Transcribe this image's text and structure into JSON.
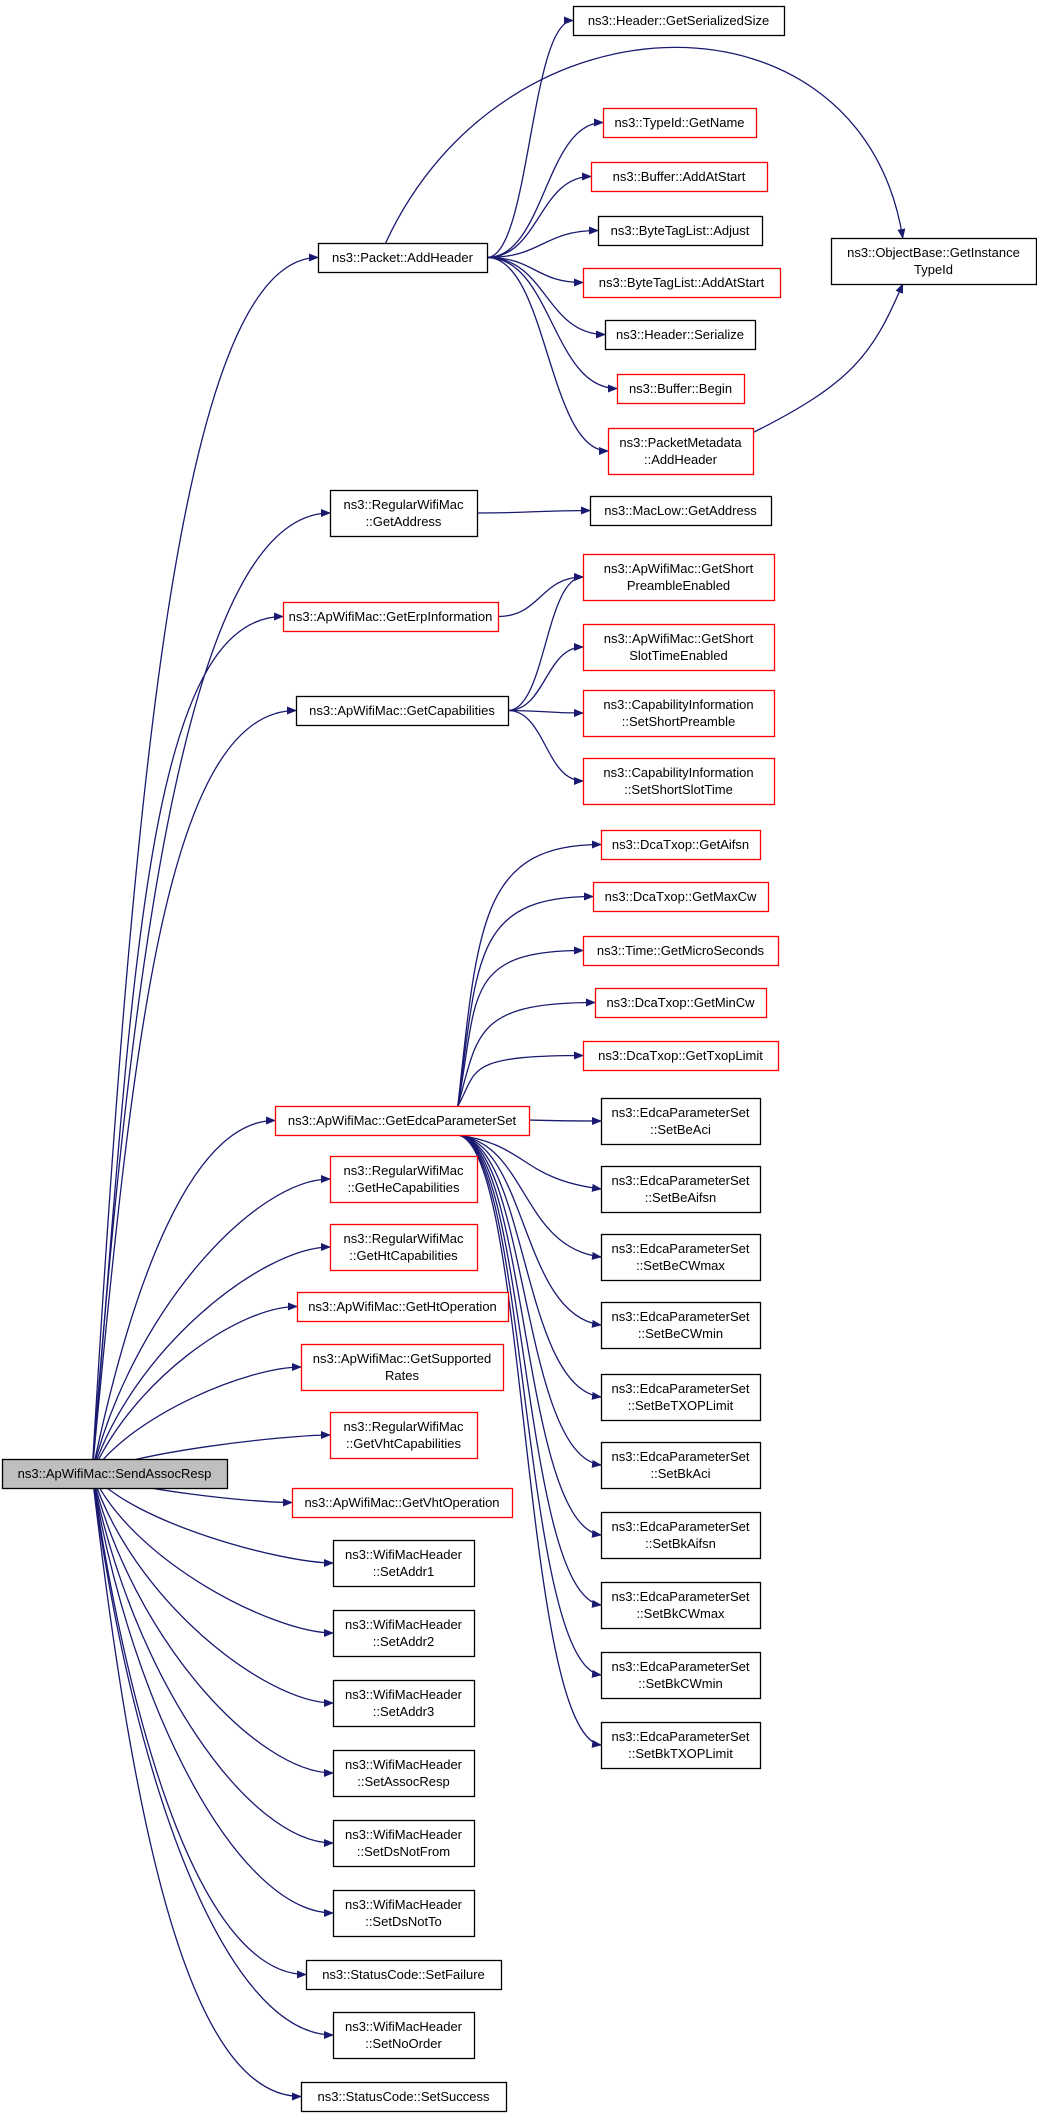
{
  "colors": {
    "edge": "#191970",
    "border_documented": "#000000",
    "border_undocumented": "#ff0000",
    "root_fill": "#bfbfbf",
    "node_fill": "#ffffff"
  },
  "root": {
    "id": "root",
    "lines": [
      "ns3::ApWifiMac::SendAssocResp"
    ]
  },
  "nodes": [
    {
      "id": "addHeader",
      "lines": [
        "ns3::Packet::AddHeader"
      ],
      "border": "black"
    },
    {
      "id": "getSerSize",
      "lines": [
        "ns3::Header::GetSerializedSize"
      ],
      "border": "black"
    },
    {
      "id": "typeIdName",
      "lines": [
        "ns3::TypeId::GetName"
      ],
      "border": "red"
    },
    {
      "id": "bufAddAtStart",
      "lines": [
        "ns3::Buffer::AddAtStart"
      ],
      "border": "red"
    },
    {
      "id": "btlAdjust",
      "lines": [
        "ns3::ByteTagList::Adjust"
      ],
      "border": "black"
    },
    {
      "id": "btlAddAtStart",
      "lines": [
        "ns3::ByteTagList::AddAtStart"
      ],
      "border": "red"
    },
    {
      "id": "hdrSerialize",
      "lines": [
        "ns3::Header::Serialize"
      ],
      "border": "black"
    },
    {
      "id": "bufBegin",
      "lines": [
        "ns3::Buffer::Begin"
      ],
      "border": "red"
    },
    {
      "id": "pmAddHeader",
      "lines": [
        "ns3::PacketMetadata",
        "::AddHeader"
      ],
      "border": "red"
    },
    {
      "id": "objBase",
      "lines": [
        "ns3::ObjectBase::GetInstance",
        "TypeId"
      ],
      "border": "black"
    },
    {
      "id": "rwmGetAddress",
      "lines": [
        "ns3::RegularWifiMac",
        "::GetAddress"
      ],
      "border": "black"
    },
    {
      "id": "macLowGetAddress",
      "lines": [
        "ns3::MacLow::GetAddress"
      ],
      "border": "black"
    },
    {
      "id": "getErp",
      "lines": [
        "ns3::ApWifiMac::GetErpInformation"
      ],
      "border": "red"
    },
    {
      "id": "shortPreamble",
      "lines": [
        "ns3::ApWifiMac::GetShort",
        "PreambleEnabled"
      ],
      "border": "red"
    },
    {
      "id": "shortSlot",
      "lines": [
        "ns3::ApWifiMac::GetShort",
        "SlotTimeEnabled"
      ],
      "border": "red"
    },
    {
      "id": "getCap",
      "lines": [
        "ns3::ApWifiMac::GetCapabilities"
      ],
      "border": "black"
    },
    {
      "id": "capPreamble",
      "lines": [
        "ns3::CapabilityInformation",
        "::SetShortPreamble"
      ],
      "border": "red"
    },
    {
      "id": "capSlot",
      "lines": [
        "ns3::CapabilityInformation",
        "::SetShortSlotTime"
      ],
      "border": "red"
    },
    {
      "id": "dcaAifsn",
      "lines": [
        "ns3::DcaTxop::GetAifsn"
      ],
      "border": "red"
    },
    {
      "id": "dcaMaxCw",
      "lines": [
        "ns3::DcaTxop::GetMaxCw"
      ],
      "border": "red"
    },
    {
      "id": "timeMicro",
      "lines": [
        "ns3::Time::GetMicroSeconds"
      ],
      "border": "red"
    },
    {
      "id": "dcaMinCw",
      "lines": [
        "ns3::DcaTxop::GetMinCw"
      ],
      "border": "red"
    },
    {
      "id": "dcaTxop",
      "lines": [
        "ns3::DcaTxop::GetTxopLimit"
      ],
      "border": "red"
    },
    {
      "id": "getEdca",
      "lines": [
        "ns3::ApWifiMac::GetEdcaParameterSet"
      ],
      "border": "red"
    },
    {
      "id": "beAci",
      "lines": [
        "ns3::EdcaParameterSet",
        "::SetBeAci"
      ],
      "border": "black"
    },
    {
      "id": "beAifsn",
      "lines": [
        "ns3::EdcaParameterSet",
        "::SetBeAifsn"
      ],
      "border": "black"
    },
    {
      "id": "beCWmax",
      "lines": [
        "ns3::EdcaParameterSet",
        "::SetBeCWmax"
      ],
      "border": "black"
    },
    {
      "id": "beCWmin",
      "lines": [
        "ns3::EdcaParameterSet",
        "::SetBeCWmin"
      ],
      "border": "black"
    },
    {
      "id": "beTxop",
      "lines": [
        "ns3::EdcaParameterSet",
        "::SetBeTXOPLimit"
      ],
      "border": "black"
    },
    {
      "id": "bkAci",
      "lines": [
        "ns3::EdcaParameterSet",
        "::SetBkAci"
      ],
      "border": "black"
    },
    {
      "id": "bkAifsn",
      "lines": [
        "ns3::EdcaParameterSet",
        "::SetBkAifsn"
      ],
      "border": "black"
    },
    {
      "id": "bkCWmax",
      "lines": [
        "ns3::EdcaParameterSet",
        "::SetBkCWmax"
      ],
      "border": "black"
    },
    {
      "id": "bkCWmin",
      "lines": [
        "ns3::EdcaParameterSet",
        "::SetBkCWmin"
      ],
      "border": "black"
    },
    {
      "id": "bkTxop",
      "lines": [
        "ns3::EdcaParameterSet",
        "::SetBkTXOPLimit"
      ],
      "border": "black"
    },
    {
      "id": "heCap",
      "lines": [
        "ns3::RegularWifiMac",
        "::GetHeCapabilities"
      ],
      "border": "red"
    },
    {
      "id": "htCap",
      "lines": [
        "ns3::RegularWifiMac",
        "::GetHtCapabilities"
      ],
      "border": "red"
    },
    {
      "id": "htOp",
      "lines": [
        "ns3::ApWifiMac::GetHtOperation"
      ],
      "border": "red"
    },
    {
      "id": "suppRates",
      "lines": [
        "ns3::ApWifiMac::GetSupported",
        "Rates"
      ],
      "border": "red"
    },
    {
      "id": "vhtCap",
      "lines": [
        "ns3::RegularWifiMac",
        "::GetVhtCapabilities"
      ],
      "border": "red"
    },
    {
      "id": "vhtOp",
      "lines": [
        "ns3::ApWifiMac::GetVhtOperation"
      ],
      "border": "red"
    },
    {
      "id": "addr1",
      "lines": [
        "ns3::WifiMacHeader",
        "::SetAddr1"
      ],
      "border": "black"
    },
    {
      "id": "addr2",
      "lines": [
        "ns3::WifiMacHeader",
        "::SetAddr2"
      ],
      "border": "black"
    },
    {
      "id": "addr3",
      "lines": [
        "ns3::WifiMacHeader",
        "::SetAddr3"
      ],
      "border": "black"
    },
    {
      "id": "assocResp",
      "lines": [
        "ns3::WifiMacHeader",
        "::SetAssocResp"
      ],
      "border": "black"
    },
    {
      "id": "dsNotFrom",
      "lines": [
        "ns3::WifiMacHeader",
        "::SetDsNotFrom"
      ],
      "border": "black"
    },
    {
      "id": "dsNotTo",
      "lines": [
        "ns3::WifiMacHeader",
        "::SetDsNotTo"
      ],
      "border": "black"
    },
    {
      "id": "scFailure",
      "lines": [
        "ns3::StatusCode::SetFailure"
      ],
      "border": "black"
    },
    {
      "id": "noOrder",
      "lines": [
        "ns3::WifiMacHeader",
        "::SetNoOrder"
      ],
      "border": "black"
    },
    {
      "id": "scSuccess",
      "lines": [
        "ns3::StatusCode::SetSuccess"
      ],
      "border": "black"
    }
  ],
  "edges": [
    [
      "root",
      "addHeader"
    ],
    [
      "root",
      "rwmGetAddress"
    ],
    [
      "root",
      "getErp"
    ],
    [
      "root",
      "getCap"
    ],
    [
      "root",
      "getEdca"
    ],
    [
      "root",
      "heCap"
    ],
    [
      "root",
      "htCap"
    ],
    [
      "root",
      "htOp"
    ],
    [
      "root",
      "suppRates"
    ],
    [
      "root",
      "vhtCap"
    ],
    [
      "root",
      "vhtOp"
    ],
    [
      "root",
      "addr1"
    ],
    [
      "root",
      "addr2"
    ],
    [
      "root",
      "addr3"
    ],
    [
      "root",
      "assocResp"
    ],
    [
      "root",
      "dsNotFrom"
    ],
    [
      "root",
      "dsNotTo"
    ],
    [
      "root",
      "scFailure"
    ],
    [
      "root",
      "noOrder"
    ],
    [
      "root",
      "scSuccess"
    ],
    [
      "addHeader",
      "getSerSize"
    ],
    [
      "addHeader",
      "objBase"
    ],
    [
      "addHeader",
      "typeIdName"
    ],
    [
      "addHeader",
      "bufAddAtStart"
    ],
    [
      "addHeader",
      "btlAdjust"
    ],
    [
      "addHeader",
      "btlAddAtStart"
    ],
    [
      "addHeader",
      "hdrSerialize"
    ],
    [
      "addHeader",
      "bufBegin"
    ],
    [
      "addHeader",
      "pmAddHeader"
    ],
    [
      "pmAddHeader",
      "objBase"
    ],
    [
      "rwmGetAddress",
      "macLowGetAddress"
    ],
    [
      "getErp",
      "shortPreamble"
    ],
    [
      "getCap",
      "shortPreamble"
    ],
    [
      "getCap",
      "shortSlot"
    ],
    [
      "getCap",
      "capPreamble"
    ],
    [
      "getCap",
      "capSlot"
    ],
    [
      "getEdca",
      "dcaAifsn"
    ],
    [
      "getEdca",
      "dcaMaxCw"
    ],
    [
      "getEdca",
      "timeMicro"
    ],
    [
      "getEdca",
      "dcaMinCw"
    ],
    [
      "getEdca",
      "dcaTxop"
    ],
    [
      "getEdca",
      "beAci"
    ],
    [
      "getEdca",
      "beAifsn"
    ],
    [
      "getEdca",
      "beCWmax"
    ],
    [
      "getEdca",
      "beCWmin"
    ],
    [
      "getEdca",
      "beTxop"
    ],
    [
      "getEdca",
      "bkAci"
    ],
    [
      "getEdca",
      "bkAifsn"
    ],
    [
      "getEdca",
      "bkCWmax"
    ],
    [
      "getEdca",
      "bkCWmin"
    ],
    [
      "getEdca",
      "bkTxop"
    ]
  ]
}
